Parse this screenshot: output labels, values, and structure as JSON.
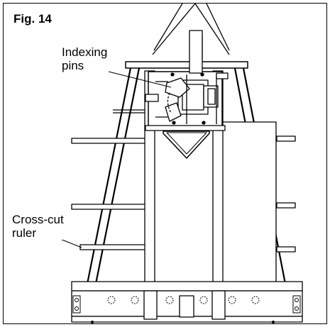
{
  "figure": {
    "title": "Fig. 14",
    "callouts": {
      "indexing_pins": {
        "line1": "Indexing",
        "line2": "pins"
      },
      "cross_cut_ruler": {
        "line1": "Cross-cut",
        "line2": "ruler"
      }
    },
    "colors": {
      "line": "#000000",
      "background": "#ffffff"
    }
  }
}
